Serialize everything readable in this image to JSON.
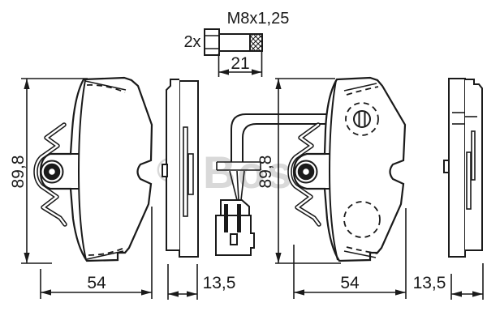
{
  "watermark": {
    "symbol": "©",
    "brand": "Bosch",
    "color": "#d9d9d9"
  },
  "bolt": {
    "quantity": "2x",
    "thread_spec": "M8x1,25",
    "length": "21"
  },
  "dimensions": {
    "left_pad_height": "89,8",
    "right_pad_height": "89,8",
    "left_pad_width": "54",
    "right_pad_width": "54",
    "left_pad_thickness": "13,5",
    "right_pad_thickness": "13,5"
  },
  "colors": {
    "line": "#1a1a1a",
    "background": "#ffffff"
  }
}
